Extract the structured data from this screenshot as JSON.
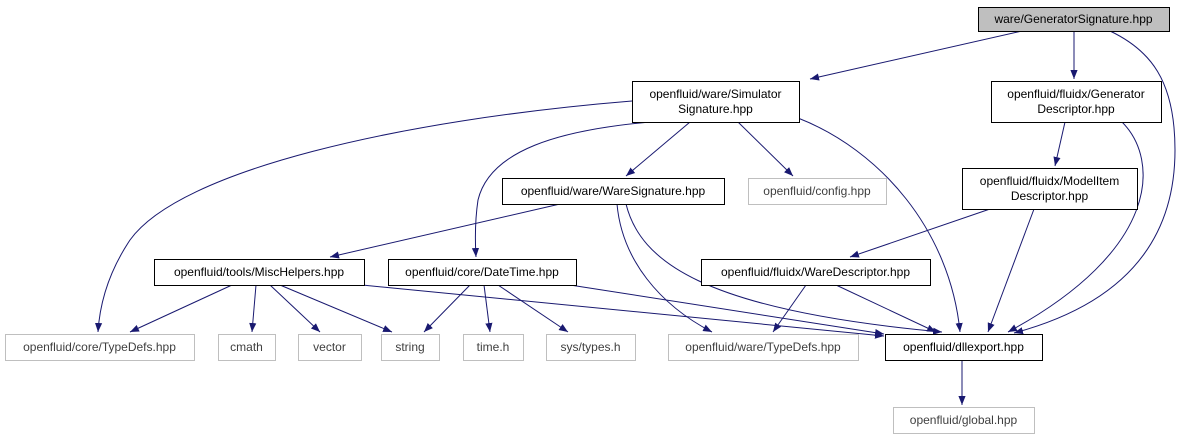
{
  "colors": {
    "edge": "#191970",
    "focus_fill": "#bfbfbf",
    "external_border": "#bfbfbf"
  },
  "nodes": {
    "root": {
      "lines": [
        "ware/GeneratorSignature.hpp"
      ]
    },
    "simsig": {
      "lines": [
        "openfluid/ware/Simulator",
        "Signature.hpp"
      ]
    },
    "gendesc": {
      "lines": [
        "openfluid/fluidx/Generator",
        "Descriptor.hpp"
      ]
    },
    "waresig": {
      "lines": [
        "openfluid/ware/WareSignature.hpp"
      ]
    },
    "config": {
      "lines": [
        "openfluid/config.hpp"
      ]
    },
    "mitemdesc": {
      "lines": [
        "openfluid/fluidx/ModelItem",
        "Descriptor.hpp"
      ]
    },
    "misc": {
      "lines": [
        "openfluid/tools/MiscHelpers.hpp"
      ]
    },
    "datetime": {
      "lines": [
        "openfluid/core/DateTime.hpp"
      ]
    },
    "waredesc": {
      "lines": [
        "openfluid/fluidx/WareDescriptor.hpp"
      ]
    },
    "coretypedefs": {
      "lines": [
        "openfluid/core/TypeDefs.hpp"
      ]
    },
    "cmath": {
      "lines": [
        "cmath"
      ]
    },
    "vector": {
      "lines": [
        "vector"
      ]
    },
    "string": {
      "lines": [
        "string"
      ]
    },
    "timeh": {
      "lines": [
        "time.h"
      ]
    },
    "systypes": {
      "lines": [
        "sys/types.h"
      ]
    },
    "waretypedefs": {
      "lines": [
        "openfluid/ware/TypeDefs.hpp"
      ]
    },
    "dllexport": {
      "lines": [
        "openfluid/dllexport.hpp"
      ]
    },
    "global": {
      "lines": [
        "openfluid/global.hpp"
      ]
    }
  }
}
